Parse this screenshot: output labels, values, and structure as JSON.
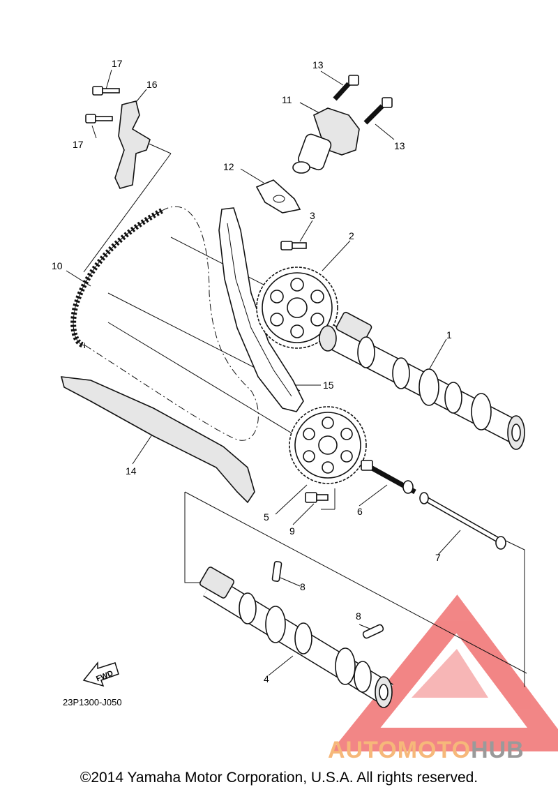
{
  "callouts": {
    "n1": "1",
    "n2": "2",
    "n3": "3",
    "n4": "4",
    "n5": "5",
    "n6": "6",
    "n7": "7",
    "n8a": "8",
    "n8b": "8",
    "n9": "9",
    "n10": "10",
    "n11": "11",
    "n12": "12",
    "n13a": "13",
    "n13b": "13",
    "n14": "14",
    "n15": "15",
    "n16": "16",
    "n17a": "17",
    "n17b": "17"
  },
  "fwd_label": "FWD",
  "diagram_code": "23P1300-J050",
  "watermark": {
    "part1": "AUTOMOTO",
    "part2": "HUB",
    "color_orange": "#f6b87a",
    "color_gray": "#9a9a9a",
    "color_red": "#ee5d5d"
  },
  "copyright": "©2014 Yamaha Motor Corporation, U.S.A. All rights reserved."
}
